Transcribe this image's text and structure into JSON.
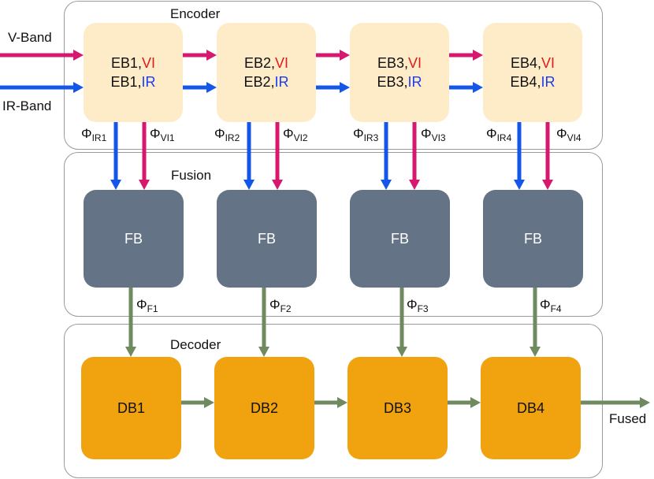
{
  "inputs": {
    "v_band": "V-Band",
    "ir_band": "IR-Band"
  },
  "output": {
    "fused": "Fused"
  },
  "groups": {
    "encoder": "Encoder",
    "fusion": "Fusion",
    "decoder": "Decoder"
  },
  "encoder_blocks": [
    {
      "name": "EB1",
      "vi": "VI",
      "ir": "IR"
    },
    {
      "name": "EB2",
      "vi": "VI",
      "ir": "IR"
    },
    {
      "name": "EB3",
      "vi": "VI",
      "ir": "IR"
    },
    {
      "name": "EB4",
      "vi": "VI",
      "ir": "IR"
    }
  ],
  "encoder_separator": ",",
  "fusion_blocks": [
    "FB",
    "FB",
    "FB",
    "FB"
  ],
  "decoder_blocks": [
    "DB1",
    "DB2",
    "DB3",
    "DB4"
  ],
  "phi_symbol": "Φ",
  "encoder_outputs": [
    {
      "ir_sub": "IR1",
      "vi_sub": "VI1"
    },
    {
      "ir_sub": "IR2",
      "vi_sub": "VI2"
    },
    {
      "ir_sub": "IR3",
      "vi_sub": "VI3"
    },
    {
      "ir_sub": "IR4",
      "vi_sub": "VI4"
    }
  ],
  "fusion_outputs": [
    "F1",
    "F2",
    "F3",
    "F4"
  ],
  "colors": {
    "vi_arrow": "#d6186e",
    "ir_arrow": "#1457e8",
    "fusion_arrow": "#6f8a5f",
    "vi_text": "#e2191c",
    "ir_text": "#1a3cf0",
    "encoder_block": "#fdecc7",
    "fusion_block": "#647486",
    "decoder_block": "#f0a30f"
  }
}
